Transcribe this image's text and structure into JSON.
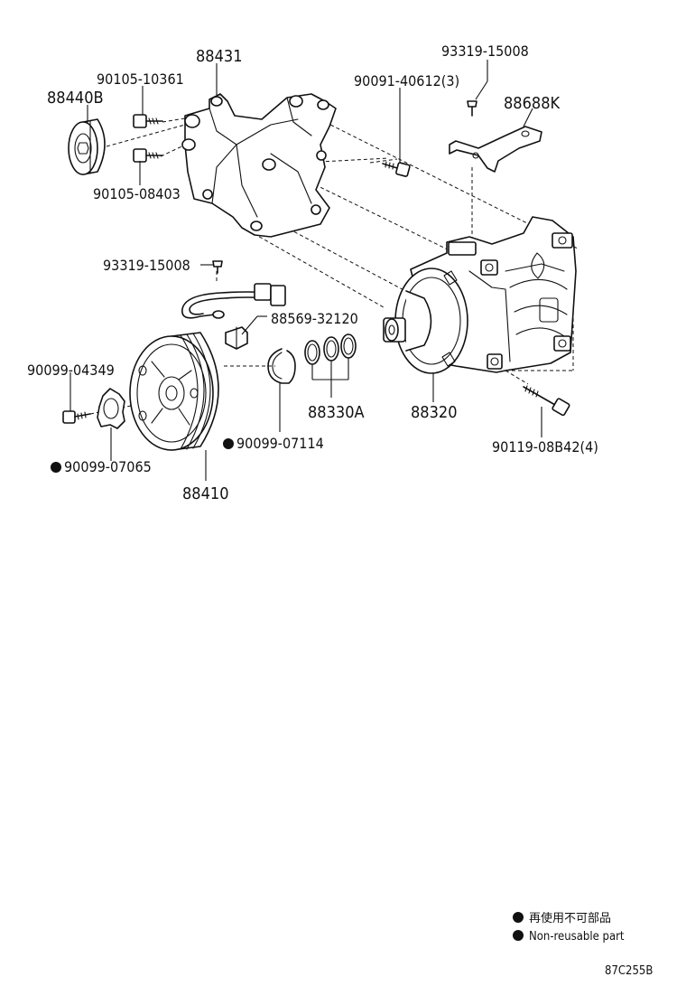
{
  "labels": {
    "p88431": "88431",
    "p90105_10361": "90105-10361",
    "p88440B": "88440B",
    "p90105_08403": "90105-08403",
    "p90091_40612": "90091-40612(3)",
    "p93319_15008_top": "93319-15008",
    "p88688K": "88688K",
    "p93319_15008_mid": "93319-15008",
    "p88569_32120": "88569-32120",
    "p90099_04349": "90099-04349",
    "p88330A": "88330A",
    "p88320": "88320",
    "p90099_07114": "90099-07114",
    "p90099_07065": "90099-07065",
    "p90119_08B42": "90119-08B42(4)",
    "p88410": "88410"
  },
  "legend": {
    "line1": "再使用不可部品",
    "line2": "Non-reusable part"
  },
  "figure_code": "87C255B"
}
